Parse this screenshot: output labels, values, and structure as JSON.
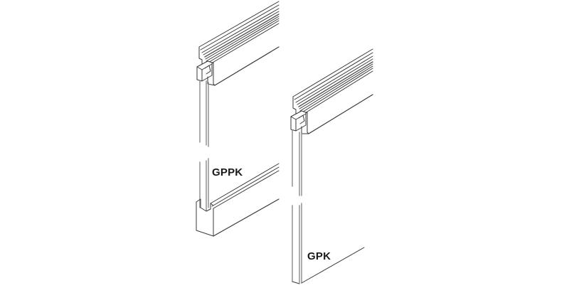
{
  "diagram": {
    "type": "technical-product-illustration",
    "background": "#ffffff",
    "line_color": "#3a3a3a",
    "glass_edge_color": "#8a8a8a",
    "components": [
      {
        "id": "gppk",
        "label": "GPPK",
        "parts": [
          "top-rail-profile",
          "glass-panel",
          "bottom-channel-profile"
        ]
      },
      {
        "id": "gpk",
        "label": "GPK",
        "parts": [
          "top-rail-profile",
          "glass-panel"
        ]
      }
    ]
  }
}
